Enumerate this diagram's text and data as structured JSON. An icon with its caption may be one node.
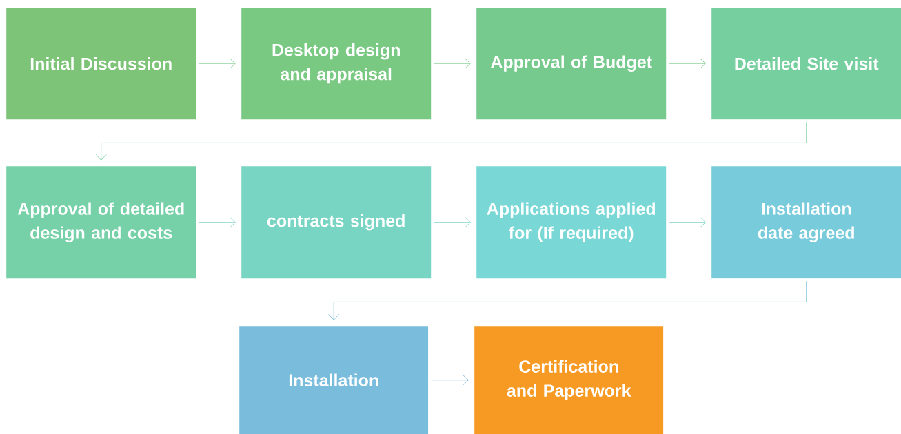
{
  "diagram": {
    "nodes": [
      {
        "text": [
          "Initial Discussion"
        ]
      },
      {
        "text": [
          "Desktop design and appraisal"
        ]
      },
      {
        "text": [
          "Approval of Budget"
        ]
      },
      {
        "text": [
          "Detailed Site visit"
        ]
      },
      {
        "text": [
          "Approval of detailed design and costs"
        ]
      },
      {
        "text": [
          "contracts signed"
        ]
      },
      {
        "text": [
          "Applications applied for (If required)"
        ]
      },
      {
        "text": [
          "Installation date agreed"
        ]
      },
      {
        "text": [
          "Installation"
        ]
      },
      {
        "text": [
          "Certification and Paperwork"
        ]
      }
    ],
    "edges": [
      {
        "from": 0,
        "to": 1,
        "arrow": "to",
        "color": "#7ccb8f"
      },
      {
        "from": 1,
        "to": 2,
        "arrow": "to",
        "color": "#7ccb8f"
      },
      {
        "from": 2,
        "to": 3,
        "arrow": "to",
        "color": "#7ccb8f"
      },
      {
        "from": 3,
        "to": 4,
        "arrow": "to",
        "color": "#7fcfa5"
      },
      {
        "from": 4,
        "to": 5,
        "arrow": "to",
        "color": "#7dd4c4"
      },
      {
        "from": 5,
        "to": 6,
        "arrow": "to",
        "color": "#7dd4c4"
      },
      {
        "from": 6,
        "to": 7,
        "arrow": "to",
        "color": "#7dd4c4"
      },
      {
        "from": 7,
        "to": 8,
        "arrow": "to",
        "color": "#7cbfd9"
      },
      {
        "from": 8,
        "to": 9,
        "arrow": "to",
        "color": "#7ab6dc"
      }
    ]
  }
}
